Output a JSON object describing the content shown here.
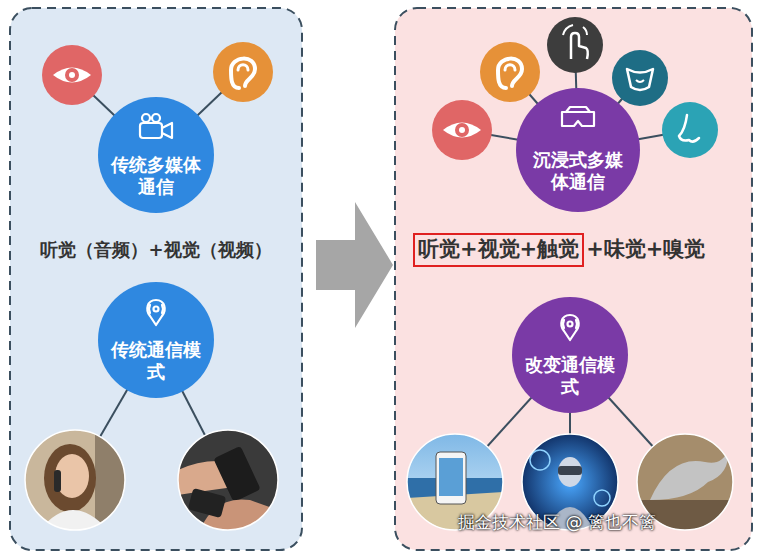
{
  "diagram": {
    "nodes": [
      {
        "text": [
          "传统多媒体通信"
        ]
      },
      {
        "text": [
          "传统通信模式"
        ]
      },
      {
        "text": [
          "沉浸式多媒体通信"
        ]
      },
      {
        "text": [
          "听觉+视觉+触觉"
        ]
      },
      {
        "text": [
          "改变通信模式"
        ]
      }
    ],
    "labels": [
      "听觉（音频）+视觉（视频）",
      "+味觉+嗅觉",
      "掘金技术社区 @ 篱也不篱"
    ]
  }
}
